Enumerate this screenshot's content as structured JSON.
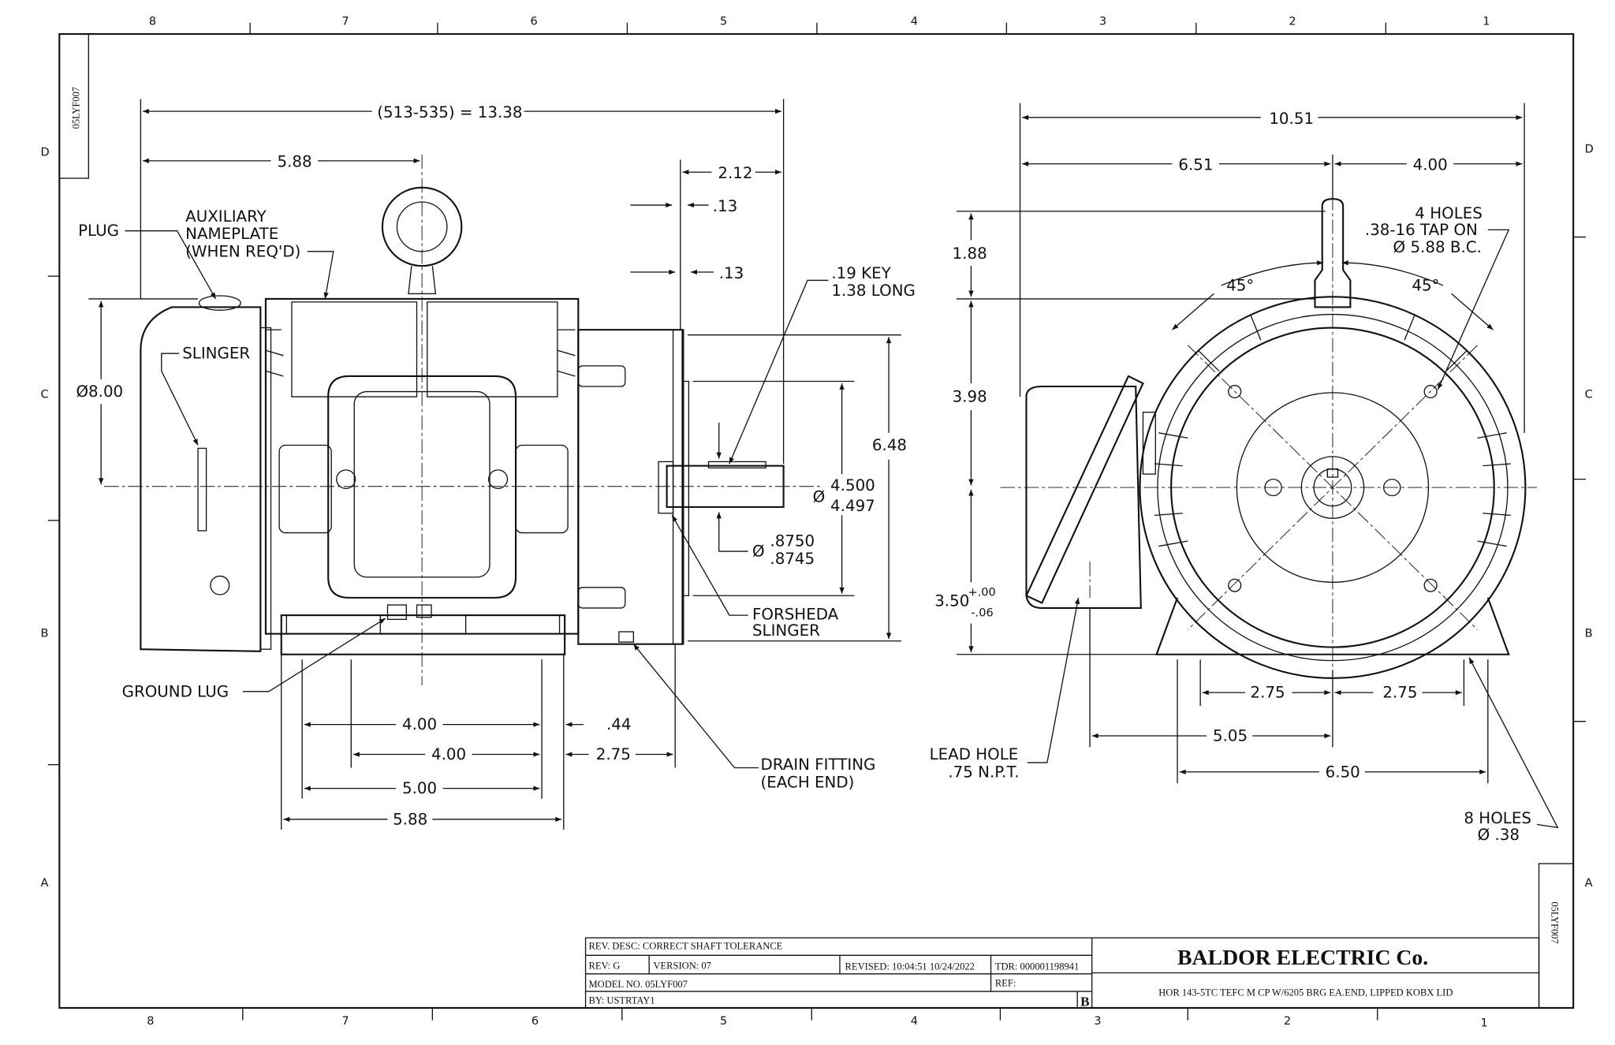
{
  "drawing_id": "05LYF007",
  "zones": {
    "columns": [
      "8",
      "7",
      "6",
      "5",
      "4",
      "3",
      "2",
      "1"
    ],
    "rows": [
      "D",
      "C",
      "B",
      "A"
    ]
  },
  "side_view": {
    "overall_length": "(513-535) = 13.38",
    "length_to_eyebolt": "5.88",
    "shaft_extension": "2.12",
    "flange_thk_1": ".13",
    "flange_thk_2": ".13",
    "key_line1": ".19 KEY",
    "key_line2": "1.38 LONG",
    "aux_line1": "AUXILIARY",
    "aux_line2": "NAMEPLATE",
    "aux_line3": "(WHEN REQ'D)",
    "plug": "PLUG",
    "slinger": "SLINGER",
    "fan_dia": "Ø8.00",
    "height_total": "6.48",
    "pilot_dia_max": "4.500",
    "pilot_dia_min": "4.497",
    "dia_symbol": "Ø",
    "shaft_dia_max": ".8750",
    "shaft_dia_min": ".8745",
    "forsheda_line1": "FORSHEDA",
    "forsheda_line2": "SLINGER",
    "ground_lug": "GROUND LUG",
    "foot_4_00_a": "4.00",
    "foot_0_44": ".44",
    "foot_4_00_b": "4.00",
    "foot_2_75": "2.75",
    "foot_5_00": "5.00",
    "foot_5_88": "5.88",
    "drain_line1": "DRAIN FITTING",
    "drain_line2": "(EACH END)"
  },
  "end_view": {
    "overall_width": "10.51",
    "left_width": "6.51",
    "right_width": "4.00",
    "holes_line1": "4 HOLES",
    "holes_line2": ".38-16 TAP ON",
    "holes_line3": "Ø 5.88 B.C.",
    "eyebolt_height": "1.88",
    "upper_height": "3.98",
    "shaft_height": "3.50",
    "tol_plus": "+.00",
    "tol_minus": "-.06",
    "angle_left": "45°",
    "angle_right": "45°",
    "foot_left": "2.75",
    "foot_right": "2.75",
    "lead_offset": "5.05",
    "foot_span": "6.50",
    "lead_line1": "LEAD HOLE",
    "lead_line2": ".75 N.P.T.",
    "mount_line1": "8 HOLES",
    "mount_line2": "Ø .38"
  },
  "title_block": {
    "rev_desc": "REV. DESC: CORRECT SHAFT TOLERANCE",
    "rev": "REV:  G",
    "version": "VERSION:  07",
    "revised": "REVISED:  10:04:51 10/24/2022",
    "tdr": "TDR: 000001198941",
    "model_no": "MODEL NO.  05LYF007",
    "ref": "REF:",
    "by": "BY: USTRTAY1",
    "size": "B",
    "company": "BALDOR ELECTRIC Co.",
    "description": "HOR 143-5TC TEFC M CP W/6205 BRG EA.END, LIPPED KOBX LID"
  }
}
